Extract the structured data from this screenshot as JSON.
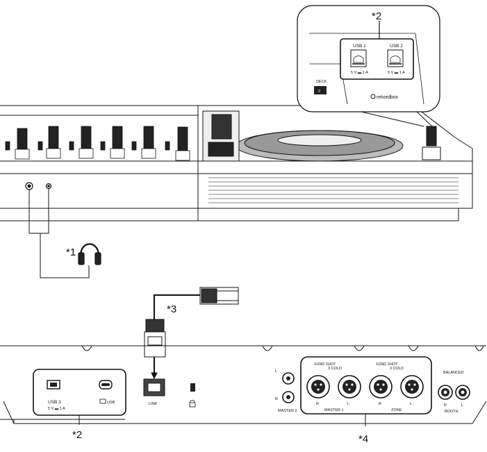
{
  "callouts": {
    "c1": "*1",
    "c2_top": "*2",
    "c2_bottom": "*2",
    "c3": "*3",
    "c4": "*4"
  },
  "inset": {
    "usb1": "USB 1",
    "usb2": "USB 2",
    "usb1_power": "5 V ▬ 1 A",
    "usb2_power": "5 V ▬ 1 A",
    "deck_label": "DECK",
    "deck_value": "2",
    "brand": "rekordbox"
  },
  "rear": {
    "usb3": "USB 3",
    "usb3_power": "5 V ▬ 1 A",
    "usb_label": "USB",
    "link": "LINK",
    "master2_l": "L",
    "master2_r": "R",
    "master2": "MASTER 2",
    "xlr_spec_1": "1GND  2HOT",
    "xlr_spec_2": "3 COLD",
    "m1_r": "R",
    "m1_l": "L",
    "master1": "MASTER 1",
    "zone_r": "R",
    "zone_l": "L",
    "zone": "ZONE",
    "balanced": "BALANCED",
    "booth_r": "R",
    "booth_l": "L",
    "booth": "BOOTH"
  }
}
